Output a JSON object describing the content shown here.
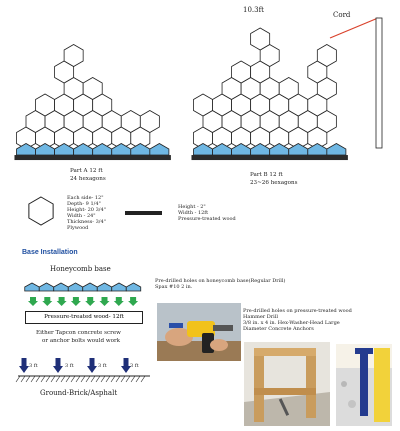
{
  "height_label": "10.3ft",
  "cord_label": "Cord",
  "part_a": {
    "title": "Part A 12 ft",
    "count": "24 hexagons"
  },
  "part_b": {
    "title": "Part B 12 ft",
    "count": "23~26 hexagons"
  },
  "hex_specs": [
    "Each side- 12\"",
    "Depth- 9 1/4\"",
    "Height- 20 3/4\"",
    "Width - 24\"",
    "Thickness- 3/4\"",
    "Plywood"
  ],
  "wood_specs": [
    "Height - 2\"",
    "Width - 12ft",
    "Pressure-treated wood"
  ],
  "base_heading": "Base Installation",
  "honeycomb_base_label": "Honeycomb base",
  "pressure_wood_label": "Pressure-treated wood- 12ft",
  "bolts_note": [
    "Either Tapcon concrete screw",
    "or anchor bolts would work"
  ],
  "spacing": [
    "3 ft",
    "3 ft",
    "3 ft",
    "3 ft"
  ],
  "ground_label": "Ground-Brick/Asphalt",
  "drill_note_1": [
    "Pre-drilled holes  on honeycomb base(Regular Drill)",
    "Spax #10 2 in."
  ],
  "drill_note_2": [
    "Pre-drilled holes on pressure-treated wood",
    "Hammer Drill",
    "3/8 in. x 4 in. Hex-Washer-Head Large",
    "Diameter Concrete Anchors"
  ],
  "colors": {
    "outline": "#222222",
    "base_fill": "#6fb7e3",
    "arrow_green": "#2fa84f",
    "arrow_navy": "#1f2f78",
    "cord": "#d9412b",
    "heading_blue": "#1f4fa0"
  }
}
